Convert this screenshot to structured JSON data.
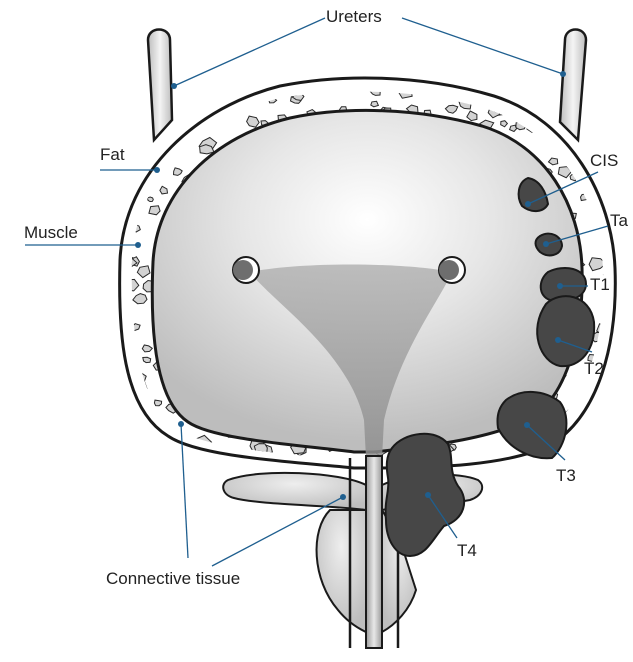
{
  "labels": {
    "ureters": "Ureters",
    "fat": "Fat",
    "muscle": "Muscle",
    "connective_tissue": "Connective tissue",
    "cis": "CIS",
    "ta": "Ta",
    "t1": "T1",
    "t2": "T2",
    "t3": "T3",
    "t4": "T4"
  },
  "colors": {
    "leader_line": "#1f5f8f",
    "outline": "#1a1a1a",
    "tumor": "#474747",
    "wall_fill": "#ffffff",
    "fat_cells": "#cfcfcf",
    "lumen_light": "#ffffff",
    "lumen_dark": "#bdbdbd",
    "trigone": "#9a9a9a",
    "prostate": "#c9c9c9"
  }
}
